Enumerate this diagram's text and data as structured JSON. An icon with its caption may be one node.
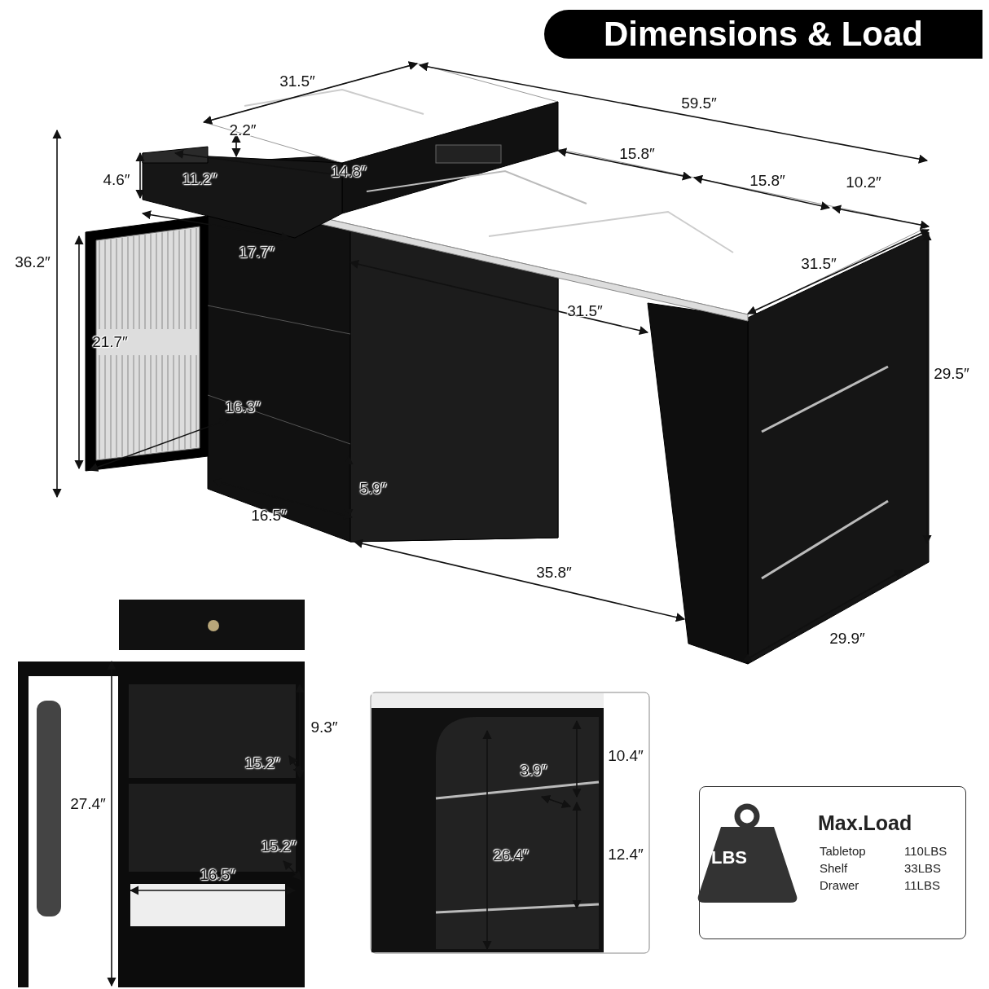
{
  "diagram": {
    "title": "Dimensions & Load",
    "nodes": [
      {
        "text": [
          "Max.Load"
        ]
      }
    ],
    "labels": [
      "31.5″",
      "59.5″",
      "2.2″",
      "15.8″",
      "4.6″",
      "11.2″",
      "14.8″",
      "15.8″",
      "10.2″",
      "36.2″",
      "17.7″",
      "31.5″",
      "31.5″",
      "21.7″",
      "29.5″",
      "16.3″",
      "5.9″",
      "16.5″",
      "35.8″",
      "29.9″",
      "9.3″",
      "10.4″",
      "15.2″",
      "3.9″",
      "27.4″",
      "26.4″",
      "12.4″",
      "15.2″",
      "16.5″",
      "LBS",
      "Tabletop",
      "110LBS",
      "Shelf",
      "33LBS",
      "Drawer",
      "11LBS"
    ]
  }
}
